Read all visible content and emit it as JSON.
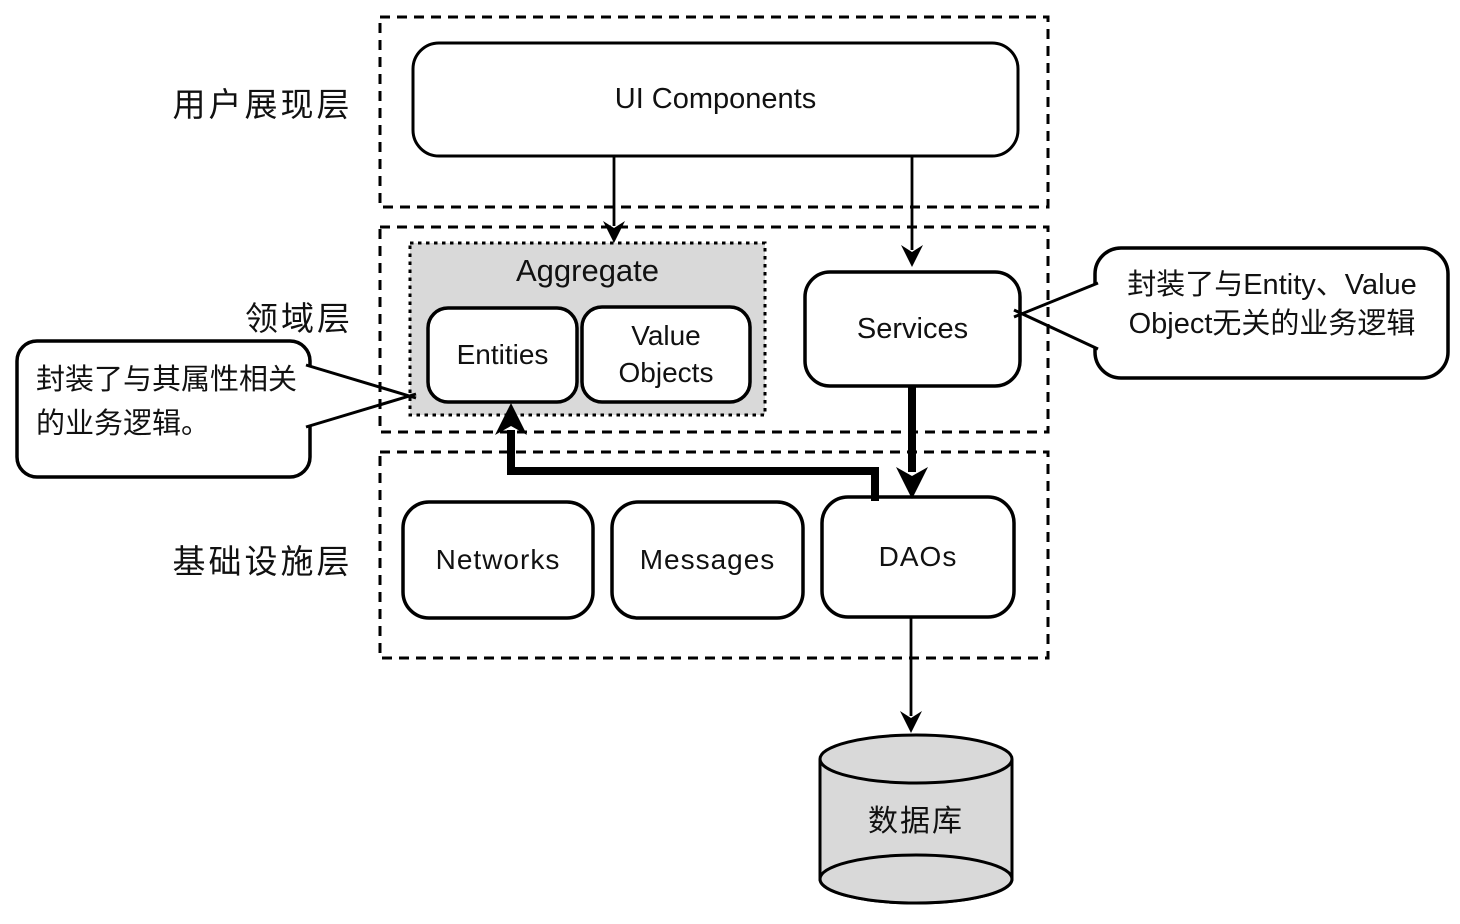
{
  "layers": {
    "presentation": {
      "label": "用户展现层"
    },
    "domain": {
      "label": "领域层"
    },
    "infrastructure": {
      "label": "基础设施层"
    }
  },
  "nodes": {
    "ui_components": {
      "label": "UI Components"
    },
    "aggregate": {
      "label": "Aggregate"
    },
    "entities": {
      "label": "Entities"
    },
    "value_objects": {
      "label": "Value Objects"
    },
    "services": {
      "label": "Services"
    },
    "networks": {
      "label": "Networks"
    },
    "messages": {
      "label": "Messages"
    },
    "daos": {
      "label": "DAOs"
    },
    "database": {
      "label": "数据库"
    }
  },
  "callouts": {
    "entities_note": {
      "lines": [
        "封装了与其属性相关",
        "的业务逻辑。"
      ],
      "points_to": "aggregate"
    },
    "services_note": {
      "lines": [
        "封装了与Entity、Value",
        "Object无关的业务逻辑"
      ],
      "points_to": "services"
    }
  },
  "edges": [
    {
      "from": "ui_components",
      "to": "aggregate",
      "style": "thin"
    },
    {
      "from": "ui_components",
      "to": "services",
      "style": "thin"
    },
    {
      "from": "services",
      "to": "daos",
      "style": "thick"
    },
    {
      "from": "daos",
      "to": "entities",
      "style": "thick"
    },
    {
      "from": "daos",
      "to": "database",
      "style": "thin"
    }
  ],
  "colors": {
    "stroke": "#000000",
    "node_fill": "#ffffff",
    "aggregate_fill": "#d9d9d9",
    "database_fill": "#d9d9d9"
  }
}
